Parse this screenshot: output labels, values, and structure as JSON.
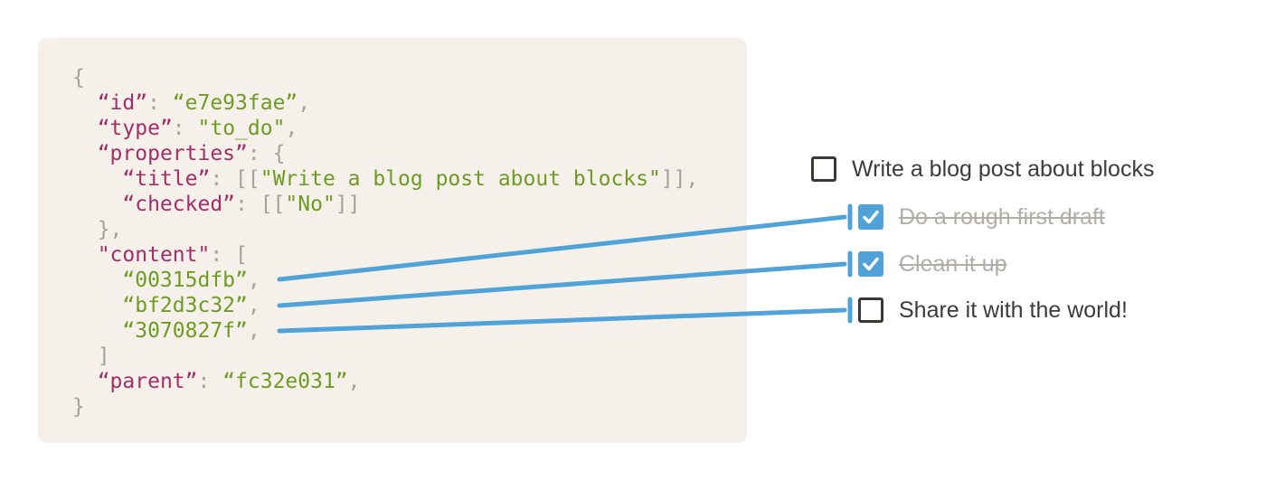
{
  "colors": {
    "accent_blue": "#4FA3D9",
    "code_bg": "#F5F1EA",
    "code_key": "#A32E68",
    "code_value": "#6E9B23",
    "code_punct": "#A3A19E",
    "todo_text": "#3E3C39",
    "todo_done_text": "#B1AEAA",
    "checkbox_border": "#3B3936"
  },
  "code_block": {
    "lines": [
      [
        [
          "p",
          "{"
        ]
      ],
      [
        [
          "p",
          "  "
        ],
        [
          "k",
          "“id”"
        ],
        [
          "p",
          ": "
        ],
        [
          "v",
          "“e7e93fae”"
        ],
        [
          "p",
          ","
        ]
      ],
      [
        [
          "p",
          "  "
        ],
        [
          "k",
          "“type”"
        ],
        [
          "p",
          ": "
        ],
        [
          "v",
          "\"to_do\""
        ],
        [
          "p",
          ","
        ]
      ],
      [
        [
          "p",
          "  "
        ],
        [
          "k",
          "“properties”"
        ],
        [
          "p",
          ": {"
        ]
      ],
      [
        [
          "p",
          "    "
        ],
        [
          "k",
          "“title”"
        ],
        [
          "p",
          ": [["
        ],
        [
          "v",
          "\"Write a blog post about blocks\""
        ],
        [
          "p",
          "]],"
        ]
      ],
      [
        [
          "p",
          "    "
        ],
        [
          "k",
          "“checked”"
        ],
        [
          "p",
          ": [["
        ],
        [
          "v",
          "\"No\""
        ],
        [
          "p",
          "]]"
        ]
      ],
      [
        [
          "p",
          "  },"
        ]
      ],
      [
        [
          "p",
          "  "
        ],
        [
          "k",
          "\"content\""
        ],
        [
          "p",
          ": ["
        ]
      ],
      [
        [
          "p",
          "    "
        ],
        [
          "v",
          "“00315dfb”"
        ],
        [
          "p",
          ","
        ]
      ],
      [
        [
          "p",
          "    "
        ],
        [
          "v",
          "“bf2d3c32”"
        ],
        [
          "p",
          ","
        ]
      ],
      [
        [
          "p",
          "    "
        ],
        [
          "v",
          "“3070827f”"
        ],
        [
          "p",
          ","
        ]
      ],
      [
        [
          "p",
          "  ]"
        ]
      ],
      [
        [
          "p",
          "  "
        ],
        [
          "k",
          "“parent”"
        ],
        [
          "p",
          ": "
        ],
        [
          "v",
          "“fc32e031”"
        ],
        [
          "p",
          ","
        ]
      ],
      [
        [
          "p",
          "}"
        ]
      ]
    ]
  },
  "todo_list": {
    "items": [
      {
        "label": "Write a blog post about blocks",
        "checked": false,
        "struck": false
      },
      {
        "label": "Do a rough first draft",
        "checked": true,
        "struck": true
      },
      {
        "label": "Clean it up",
        "checked": true,
        "struck": true
      },
      {
        "label": "Share it with the world!",
        "checked": false,
        "struck": false
      }
    ]
  },
  "connections": [
    {
      "from_content_id": "00315dfb",
      "to_item": "Do a rough first draft"
    },
    {
      "from_content_id": "bf2d3c32",
      "to_item": "Clean it up"
    },
    {
      "from_content_id": "3070827f",
      "to_item": "Share it with the world!"
    }
  ]
}
